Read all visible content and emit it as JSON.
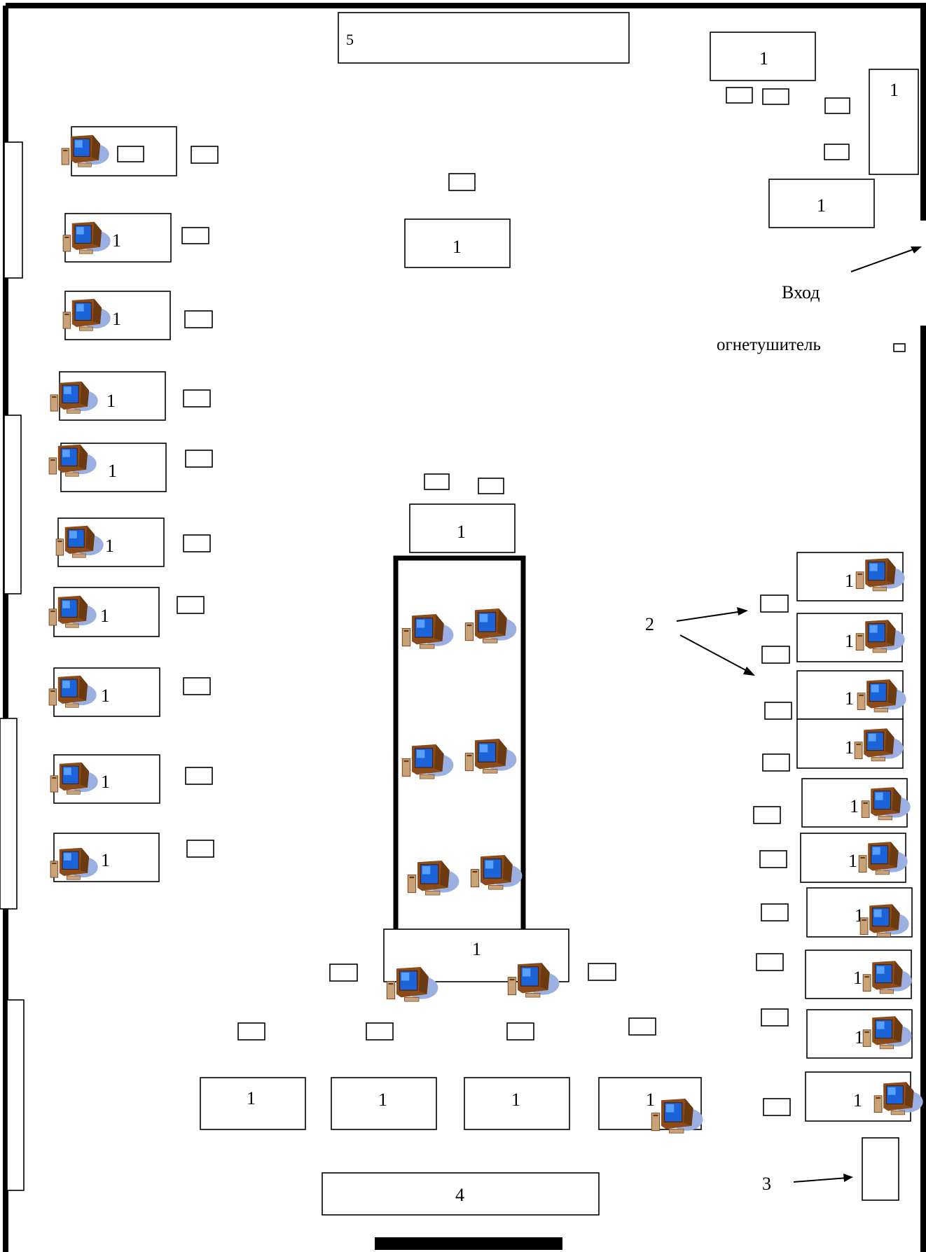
{
  "plan": {
    "desk_label": "1",
    "chair_marker_label": "2",
    "cabinet_marker_label": "3",
    "front_desk_label": "4",
    "board_label": "5",
    "entrance_label": "Вход",
    "extinguisher_label": "огнетушитель",
    "computer_icon": "computer-icon"
  },
  "colors": {
    "screen": "#1a63d8",
    "monitor_body": "#8b4a1a",
    "shadow": "#9bb0e0",
    "wall": "#000000"
  }
}
